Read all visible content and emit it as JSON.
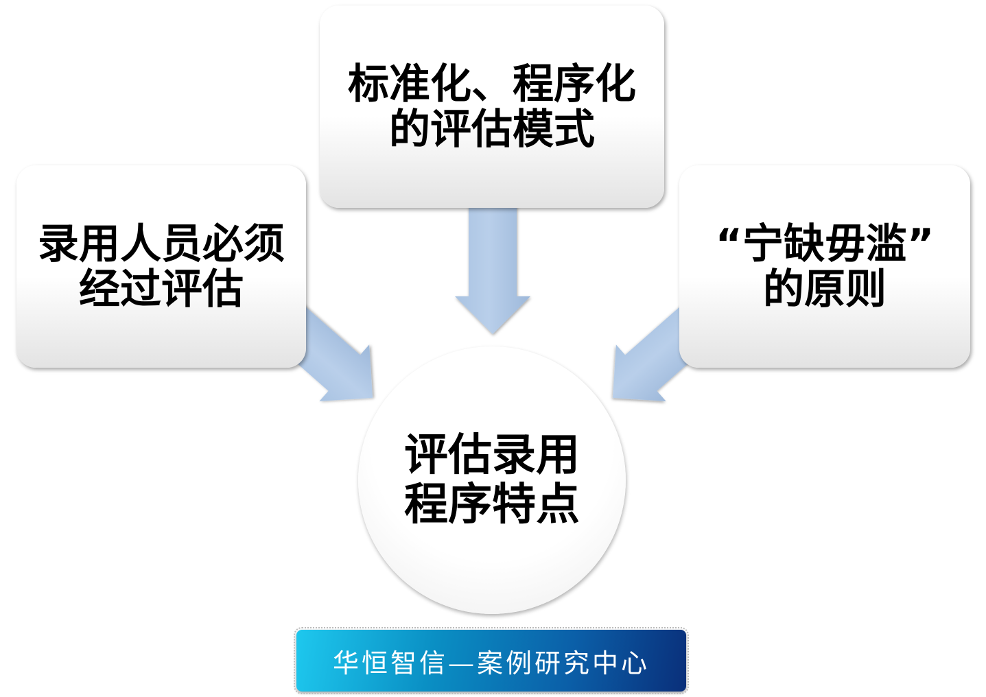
{
  "top_box": {
    "line1": "标准化、程序化",
    "line2": "的评估模式"
  },
  "left_box": {
    "line1": "录用人员必须",
    "line2": "经过评估"
  },
  "right_box": {
    "line1": "“宁缺毋滥”",
    "line2": "的原则"
  },
  "center": {
    "line1": "评估录用",
    "line2": "程序特点"
  },
  "banner": {
    "text": "华恒智信—案例研究中心"
  },
  "colors": {
    "arrow": "#adc5e3",
    "banner_start": "#1ec8ee",
    "banner_end": "#0a2f7a"
  }
}
